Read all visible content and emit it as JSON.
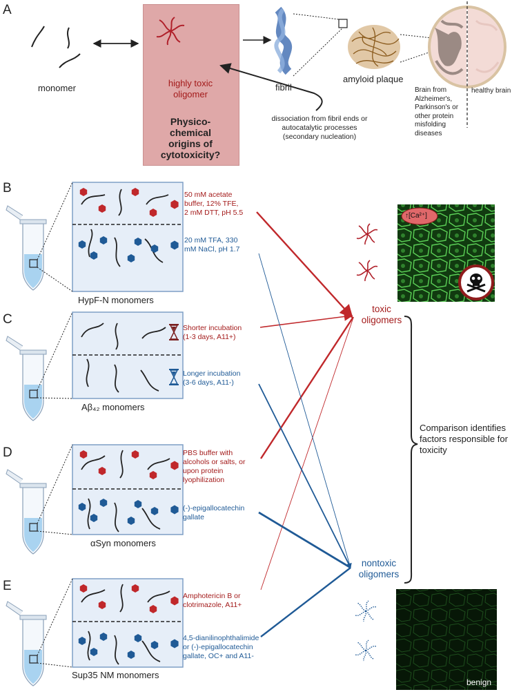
{
  "panels": {
    "a": "A",
    "b": "B",
    "c": "C",
    "d": "D",
    "e": "E"
  },
  "panel_a": {
    "monomer": "monomer",
    "oligomer": "highly toxic\noligomer",
    "question": "Physico-\nchemical\norigins of\ncytotoxicity?",
    "fibril": "fibril",
    "plaque": "amyloid plaque",
    "dissociation": "dissociation from fibril ends or\nautocatalytic processes\n(secondary nucleation)",
    "brain_disease": "Brain from\nAlzheimer's,\nParkinson's or\nother protein\nmisfolding\ndiseases",
    "healthy_brain": "healthy brain"
  },
  "rows": [
    {
      "monomer_label": "HypF-N monomers",
      "top_condition": "50 mM acetate\nbuffer, 12% TFE,\n2 mM DTT, pH 5.5",
      "bottom_condition": "20 mM TFA, 330\nmM NaCl, pH 1.7"
    },
    {
      "monomer_label": "Aβ₄₂ monomers",
      "top_condition": "Shorter incubation\n(1-3 days, A11+)",
      "bottom_condition": "Longer incubation\n(3-6 days, A11-)"
    },
    {
      "monomer_label": "αSyn monomers",
      "top_condition": "PBS buffer with\nalcohols or salts, or\nupon protein\nlyophilization",
      "bottom_condition": "(-)-epigallocatechin\ngallate"
    },
    {
      "monomer_label": "Sup35 NM monomers",
      "top_condition": "Amphotericin B or\nclotrimazole, A11+",
      "bottom_condition": "4,5-dianilinophthalimide\nor (-)-epigallocatechin\ngallate, OC+ and A11-"
    }
  ],
  "outcomes": {
    "toxic": "toxic\noligomers",
    "nontoxic": "nontoxic\noligomers",
    "comparison": "Comparison identifies\nfactors responsible for\ntoxicity",
    "calcium": "↑[Ca²⁺]",
    "benign": "benign"
  },
  "colors": {
    "toxic": "#c0282b",
    "nontoxic": "#1f5a96",
    "box_fill": "#e6eef8",
    "box_border": "#7f9fc6",
    "oligomer_box": "#dfa8a8"
  },
  "icons": [
    "test-tube-icon",
    "hexagon-icon",
    "hourglass-icon",
    "skull-icon",
    "brain-icon",
    "fibril-icon",
    "plaque-icon"
  ]
}
